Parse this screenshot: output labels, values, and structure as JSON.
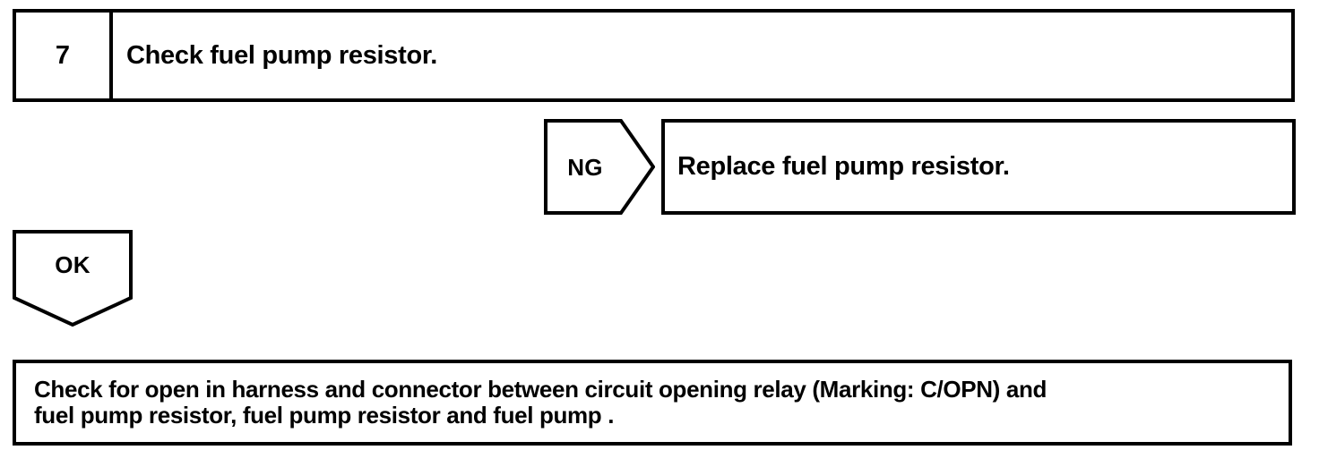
{
  "diagram": {
    "type": "troubleshooting-flowchart",
    "line_color": "#000000",
    "background_color": "#ffffff",
    "step": {
      "number": "7",
      "text": "Check fuel pump resistor."
    },
    "branches": {
      "ng": {
        "label": "NG",
        "action": "Replace fuel pump resistor."
      },
      "ok": {
        "label": "OK"
      }
    },
    "result": {
      "text": "Check for open in harness and connector between circuit opening relay (Marking: C/OPN) and\nfuel pump resistor, fuel pump resistor and fuel pump ."
    }
  }
}
